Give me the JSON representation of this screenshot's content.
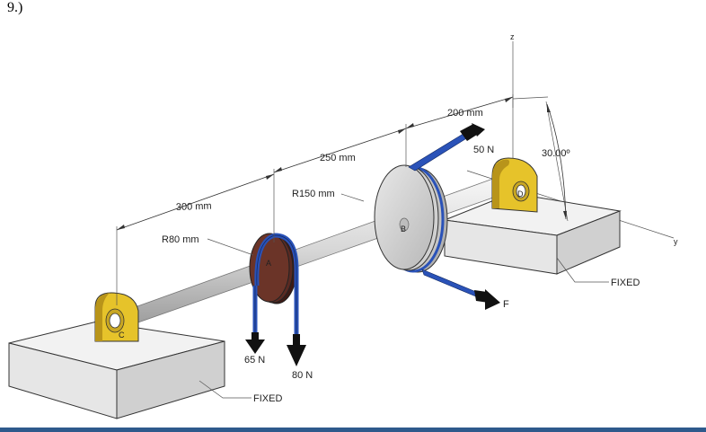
{
  "problem_number": "9.)",
  "axes": {
    "z": "z",
    "y": "y"
  },
  "dimensions": {
    "d1": "300 mm",
    "d2": "250 mm",
    "d3": "200 mm",
    "angle": "30.00º",
    "radius_a": "R80 mm",
    "radius_b": "R150 mm"
  },
  "forces": {
    "f1": "65 N",
    "f2": "80 N",
    "f3": "50 N",
    "f4": "F"
  },
  "points": {
    "a": "A",
    "b": "B",
    "c": "C",
    "d": "D"
  },
  "supports": {
    "left": "FIXED",
    "right": "FIXED"
  },
  "colors": {
    "bearing": "#e6c32a",
    "pulley_a": "#5a2a22",
    "belt": "#2a52b8",
    "shaft": "#dcdcdc",
    "block": "#e8e8e8",
    "footer": "#2e5a8c"
  }
}
